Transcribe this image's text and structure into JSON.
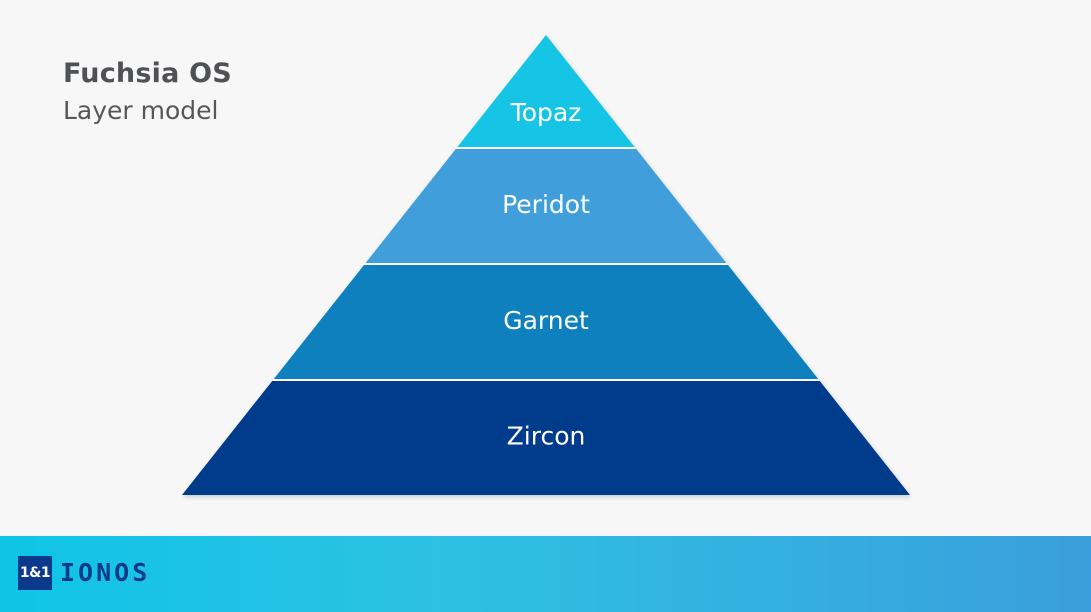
{
  "header": {
    "title": "Fuchsia OS",
    "subtitle": "Layer model"
  },
  "pyramid": {
    "layers": [
      {
        "label": "Topaz",
        "color": "#12c5e6"
      },
      {
        "label": "Peridot",
        "color": "#3f9edb"
      },
      {
        "label": "Garnet",
        "color": "#0a80bd"
      },
      {
        "label": "Zircon",
        "color": "#003b8c"
      }
    ],
    "separator_color": "#ffffff"
  },
  "footer": {
    "logo_badge": "1&1",
    "logo_word": "IONOS",
    "brand_color": "#0b3a8c"
  }
}
